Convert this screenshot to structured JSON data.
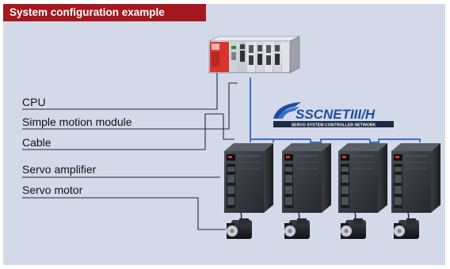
{
  "title": "System configuration example",
  "labels": {
    "cpu": "CPU",
    "simple_motion_module": "Simple motion module",
    "cable": "Cable",
    "servo_amplifier": "Servo amplifier",
    "servo_motor": "Servo motor"
  },
  "network_logo": {
    "brand": "SSCNETIII/H",
    "tagline": "SERVO SYSTEM CONTROLLER NETWORK"
  },
  "colors": {
    "title_bar": "#a4191f",
    "panel_background": "#d4d9ea",
    "network_line": "#3b6fc4",
    "leader_line": "#1f2a3a",
    "logo_blue": "#1d4e9e"
  },
  "icons": [
    "plc-rack-icon",
    "servo-amplifier-icon",
    "servo-motor-icon"
  ]
}
